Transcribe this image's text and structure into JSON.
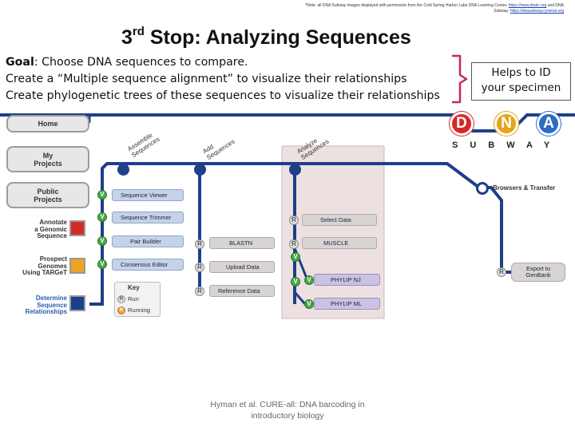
{
  "credit": {
    "line1": "*Note: all DNA Subway images displayed with permission from the Cold Spring Harbor Labs DNA Learning Center,",
    "link1": "https://www.dnalc.org",
    "line2_mid": "and DNA Subway:",
    "link2": "https://dnasubway.cyverse.org"
  },
  "slide": {
    "title_num": "3",
    "title_sup": "rd",
    "title_rest": "Stop: Analyzing Sequences",
    "goal_key": "Goal",
    "goal_line1": ": Choose DNA sequences to compare.",
    "goal_line2": "Create a “Multiple sequence alignment” to visualize their relationships",
    "goal_line3": "Create phylogenetic trees of these sequences to visualize their relationships",
    "helps_line1": "Helps to ID",
    "helps_line2": "your specimen",
    "footer_line1": "Hyman et al. CURE-all: DNA barcoding in",
    "footer_line2": "introductory biology"
  },
  "subway": {
    "sidebar": {
      "home": "Home",
      "my_projects": [
        "My",
        "Projects"
      ],
      "public_projects": [
        "Public",
        "Projects"
      ],
      "annotate": [
        "Annotate",
        "a Genomic",
        "Sequence"
      ],
      "prospect": [
        "Prospect",
        "Genomes",
        "Using TARGeT"
      ],
      "determine": [
        "Determine",
        "Sequence",
        "Relationships"
      ]
    },
    "stops": {
      "assemble": [
        "Assemble",
        "Sequences"
      ],
      "add": [
        "Add",
        "Sequences"
      ],
      "analyze": [
        "Analyze",
        "Sequences"
      ]
    },
    "tools": {
      "sequence_viewer": "Sequence Viewer",
      "sequence_trimmer": "Sequence Trimmer",
      "pair_builder": "Pair Builder",
      "consensus_editor": "Consensus Editor",
      "blastn": "BLASTN",
      "upload_data": "Upload Data",
      "reference_data": "Reference Data",
      "select_data": "Select Data",
      "muscle": "MUSCLE",
      "phylip_nj": "PHYLIP NJ",
      "phylip_ml": "PHYLIP ML",
      "browsers": "Browsers & Transfer",
      "export": [
        "Export to",
        "GenBank"
      ]
    },
    "key": {
      "title": "Key",
      "run": "Run",
      "running": "Running"
    },
    "node_letters": {
      "v": "V",
      "r": "R"
    },
    "logo": {
      "letters": [
        "D",
        "N",
        "A"
      ],
      "word": "SUBWAY",
      "colors": [
        "#d42a2a",
        "#e6a41c",
        "#2d6cc4"
      ]
    },
    "colors": {
      "line": "#1e3f8a",
      "panel": "#ede0e0",
      "annotate_square": "#d42a2a",
      "prospect_square": "#eda423",
      "determine_square": "#1e3f8a"
    }
  }
}
